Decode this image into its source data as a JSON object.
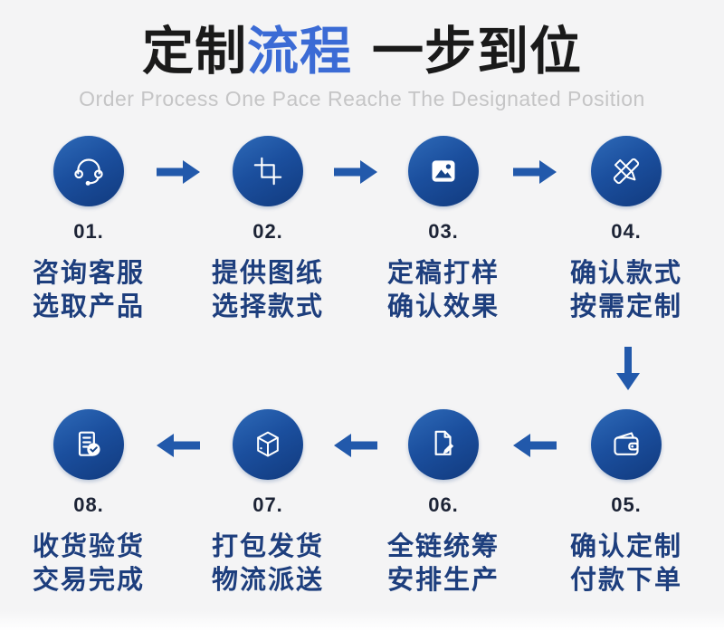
{
  "title": {
    "black1": "定制",
    "blue": "流程",
    "black2": "一步到位"
  },
  "subtitle": "Order Process One Pace Reache The Designated Position",
  "colors": {
    "background": "#f4f4f5",
    "title_black": "#1a1a1a",
    "title_blue": "#3b6bd5",
    "subtitle_gray": "#c5c5c6",
    "circle_gradient_top": "#2e6ab8",
    "circle_gradient_bottom": "#113a7e",
    "arrow_blue": "#2259ab",
    "number_dark": "#1c2335",
    "caption_blue": "#1d3e7d",
    "icon_white": "#ffffff"
  },
  "steps": [
    {
      "num": "01.",
      "line1": "咨询客服",
      "line2": "选取产品",
      "icon": "headset-icon"
    },
    {
      "num": "02.",
      "line1": "提供图纸",
      "line2": "选择款式",
      "icon": "crop-icon"
    },
    {
      "num": "03.",
      "line1": "定稿打样",
      "line2": "确认效果",
      "icon": "image-icon"
    },
    {
      "num": "04.",
      "line1": "确认款式",
      "line2": "按需定制",
      "icon": "pen-ruler-icon"
    },
    {
      "num": "05.",
      "line1": "确认定制",
      "line2": "付款下单",
      "icon": "wallet-icon"
    },
    {
      "num": "06.",
      "line1": "全链统筹",
      "line2": "安排生产",
      "icon": "document-edit-icon"
    },
    {
      "num": "07.",
      "line1": "打包发货",
      "line2": "物流派送",
      "icon": "package-icon"
    },
    {
      "num": "08.",
      "line1": "收货验货",
      "line2": "交易完成",
      "icon": "receipt-check-icon"
    }
  ],
  "arrows": {
    "row1_direction": "right",
    "row2_direction": "left",
    "connector_direction": "down"
  }
}
